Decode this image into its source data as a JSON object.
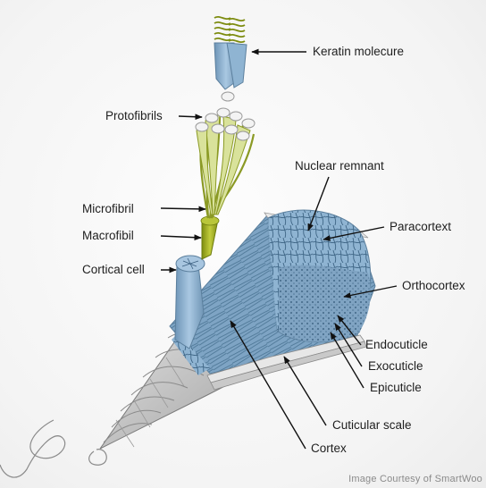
{
  "labels": {
    "keratin_molecule": "Keratin molecure",
    "protofibrils": "Protofibrils",
    "microfibril": "Microfibril",
    "macrofibril": "Macrofibil",
    "cortical_cell": "Cortical cell",
    "nuclear_remnant": "Nuclear remnant",
    "paracortex": "Paracortext",
    "orthocortex": "Orthocortex",
    "endocuticle": "Endocuticle",
    "exocuticle": "Exocuticle",
    "epicuticle": "Epicuticle",
    "cuticular_scale": "Cuticular scale",
    "cortex": "Cortex"
  },
  "credit": "Image Courtesy of SmartWoo",
  "colors": {
    "fiber_blue": "#9dc0dc",
    "fiber_blue_dark": "#5f88aa",
    "macro_green": "#9aaa1c",
    "proto_green": "#c8d47a",
    "scale_grey": "#bdbdbd",
    "pointer": "#111111"
  }
}
